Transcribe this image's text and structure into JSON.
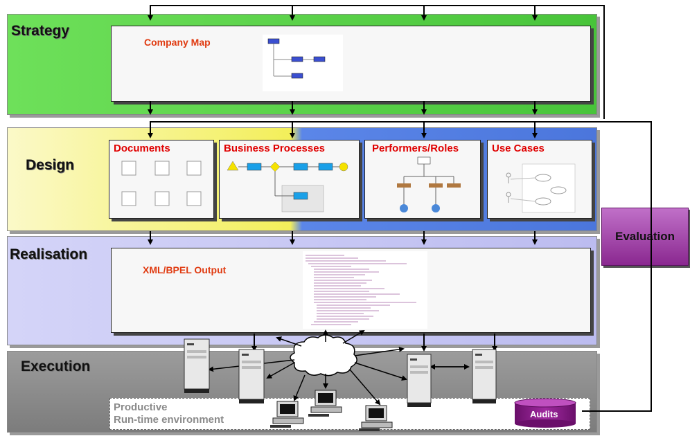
{
  "bands": {
    "strategy": "Strategy",
    "design": "Design",
    "realisation": "Realisation",
    "execution": "Execution"
  },
  "panels": {
    "company_map": "Company Map",
    "documents": "Documents",
    "business_processes": "Business Processes",
    "performers_roles": "Performers/Roles",
    "use_cases": "Use Cases",
    "xml_bpel_output": "XML/BPEL Output"
  },
  "runtime": {
    "line1": "Productive",
    "line2": "Run-time environment"
  },
  "evaluation": "Evaluation",
  "audits": "Audits",
  "colors": {
    "strategy": "#5fd64a",
    "design_left": "#f5f26a",
    "design_right": "#5b86e8",
    "realisation": "#c8c8f4",
    "execution": "#8c8c8c",
    "evaluation": "#a040a8",
    "audits": "#8a1a8a",
    "panel_title": "#e00000"
  }
}
